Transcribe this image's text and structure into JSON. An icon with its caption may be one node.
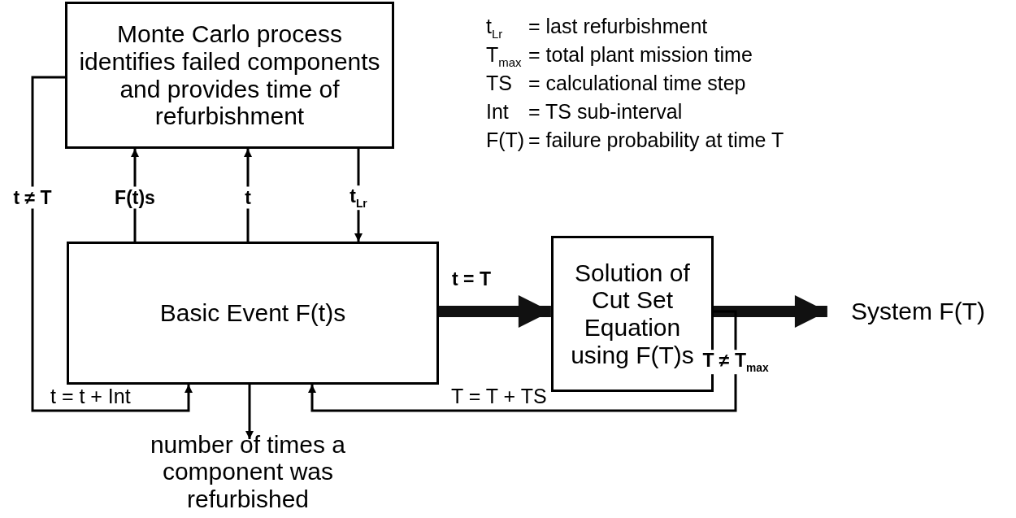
{
  "diagram": {
    "nodes": [
      {
        "text": [
          "Monte Carlo process identifies failed components and provides time of refurbishment"
        ]
      },
      {
        "text": [
          "Basic Event F(t)s"
        ]
      },
      {
        "text": [
          "Solution of Cut Set Equation using F(T)s"
        ]
      },
      {
        "text": [
          "System F(T)"
        ]
      },
      {
        "text": [
          "number of times a component was refurbished"
        ]
      }
    ],
    "edges": [
      {
        "from": 1,
        "to": 0,
        "arrow": "to",
        "label": "F(t)s"
      },
      {
        "from": 1,
        "to": 0,
        "arrow": "to",
        "label": "t"
      },
      {
        "from": 0,
        "to": 1,
        "arrow": "to",
        "label": "t$_{Lr}$"
      },
      {
        "from": 0,
        "to": 1,
        "arrow": "to",
        "label": "t ≠ T"
      },
      {
        "from": 1,
        "to": 2,
        "arrow": "to",
        "label": "t = T",
        "style": "thick"
      },
      {
        "from": 2,
        "to": 3,
        "arrow": "to",
        "style": "thick"
      },
      {
        "from": 1,
        "to": 4,
        "arrow": "to"
      },
      {
        "from": 2,
        "to": 1,
        "arrow": "to",
        "label": "T ≠ T$_{max}$"
      }
    ],
    "labels": [
      "t$_{Lr}$",
      "= last refurbishment",
      "T$_{max}$",
      "= total plant mission time",
      "TS",
      "= calculational time step",
      "Int",
      "= TS sub-interval",
      "F(T)",
      "= failure probability at time T",
      "t = t + Int",
      "T = T + TS"
    ]
  }
}
